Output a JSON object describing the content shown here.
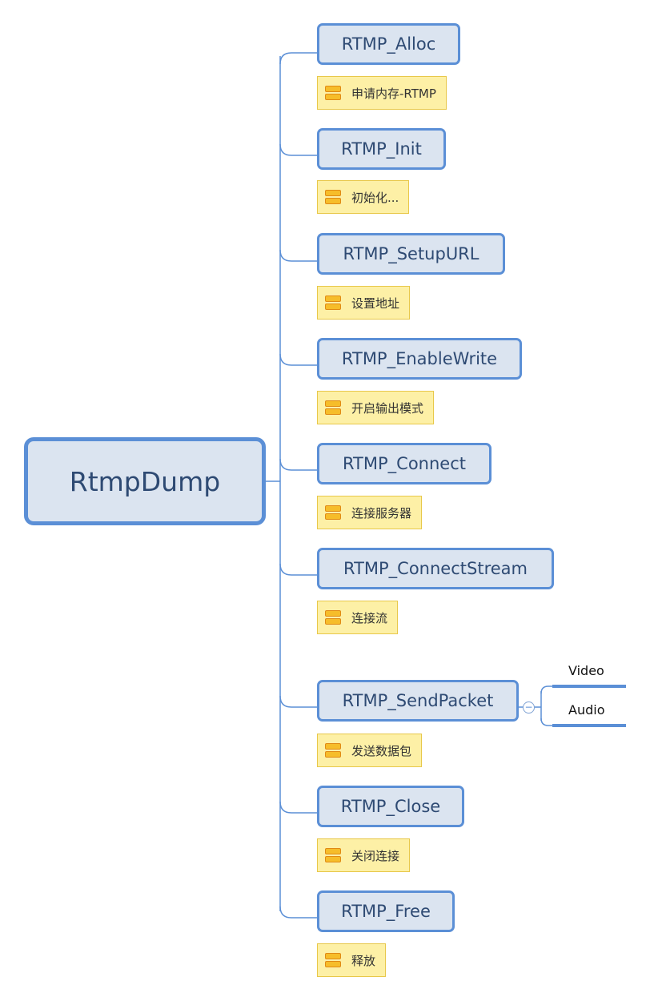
{
  "root": {
    "label": "RtmpDump"
  },
  "nodes": [
    {
      "label": "RTMP_Alloc",
      "note": "申请内存-RTMP"
    },
    {
      "label": "RTMP_Init",
      "note": "初始化..."
    },
    {
      "label": "RTMP_SetupURL",
      "note": "设置地址"
    },
    {
      "label": "RTMP_EnableWrite",
      "note": "开启输出模式"
    },
    {
      "label": "RTMP_Connect",
      "note": "连接服务器"
    },
    {
      "label": "RTMP_ConnectStream",
      "note": "连接流"
    },
    {
      "label": "RTMP_SendPacket",
      "note": "发送数据包",
      "children": [
        "Video",
        "Audio"
      ]
    },
    {
      "label": "RTMP_Close",
      "note": "关闭连接"
    },
    {
      "label": "RTMP_Free",
      "note": "释放"
    }
  ],
  "collapse_symbol": "−",
  "icons": {
    "note": "notes-icon",
    "collapse": "collapse-icon"
  },
  "colors": {
    "node_fill": "#dbe4f0",
    "node_border": "#5b8fd6",
    "note_fill": "#fdf0a6",
    "note_icon": "#f6bd2a",
    "connector": "#5b8fd6"
  }
}
